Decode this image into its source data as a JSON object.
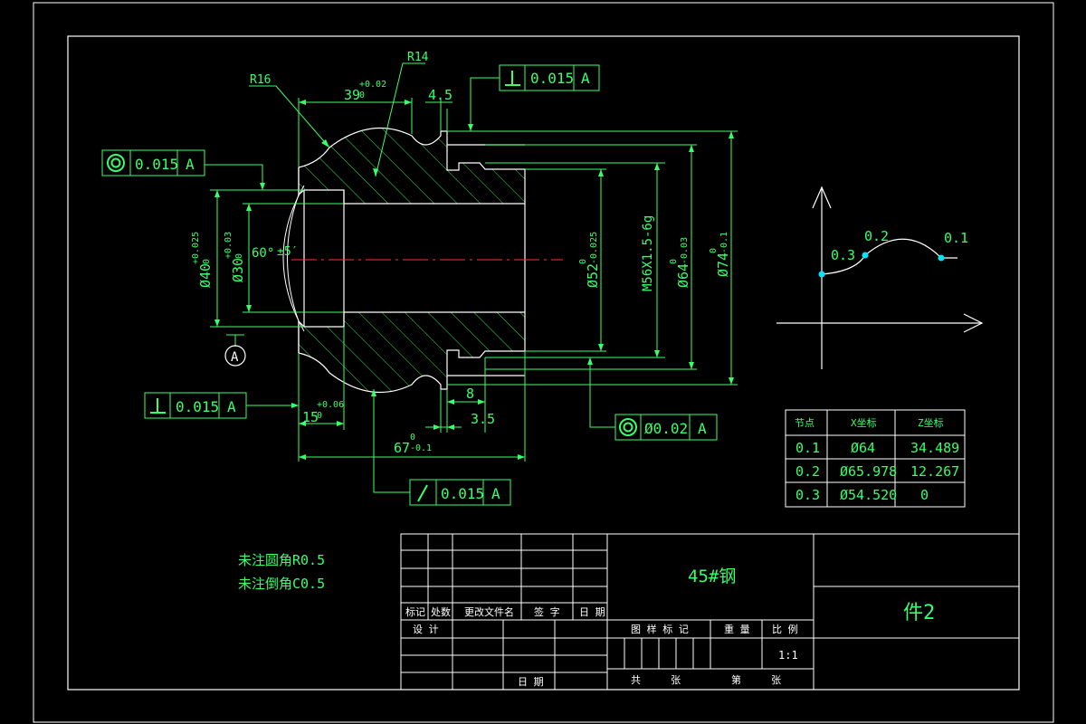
{
  "colors": {
    "background": "#000000",
    "green": "#39ff6a",
    "white": "#ffffff",
    "red": "#ff3030",
    "cyan": "#00e5ff"
  },
  "drawing": {
    "r16": "R16",
    "r14": "R14",
    "dim_39": "39",
    "dim_39_tol_up": "+0.02",
    "dim_39_tol_low": "0",
    "dim_4_5": "4.5",
    "dim_60": "60°",
    "dim_pm5": "±5′",
    "dim_d40": "Ø40",
    "dim_d40_tol_up": "+0.025",
    "dim_d40_tol_low": "0",
    "dim_d30": "Ø30",
    "dim_d30_tol_up": "+0.03",
    "dim_d30_tol_low": "0",
    "dim_d52": "Ø52",
    "dim_d52_tol_up": "0",
    "dim_d52_tol_low": "-0.025",
    "dim_m56": "M56X1.5-6g",
    "dim_d64": "Ø64",
    "dim_d64_tol_up": "0",
    "dim_d64_tol_low": "-0.03",
    "dim_d74": "Ø74",
    "dim_d74_tol_up": "0",
    "dim_d74_tol_low": "-0.1",
    "dim_15": "15",
    "dim_15_tol_up": "+0.06",
    "dim_15_tol_low": "0",
    "dim_8": "8",
    "dim_3_5": "3.5",
    "dim_67": "67",
    "dim_67_tol_up": "0",
    "dim_67_tol_low": "-0.1",
    "datum": "A"
  },
  "tolerance_frames": [
    {
      "symbol": "perpendicularity",
      "value": "0.015",
      "datum": "A"
    },
    {
      "symbol": "concentricity",
      "value": "0.015",
      "datum": "A"
    },
    {
      "symbol": "perpendicularity",
      "value": "0.015",
      "datum": "A"
    },
    {
      "symbol": "concentricity",
      "value": "Ø0.02",
      "datum": "A"
    },
    {
      "symbol": "runout",
      "value": "0.015",
      "datum": "A"
    }
  ],
  "profile": {
    "p1": "0.1",
    "p2": "0.2",
    "p3": "0.3"
  },
  "coord_table": {
    "headers": [
      "节点",
      "X坐标",
      "Z坐标"
    ],
    "rows": [
      [
        "0.1",
        "Ø64",
        "34.489"
      ],
      [
        "0.2",
        "Ø65.978",
        "12.267"
      ],
      [
        "0.3",
        "Ø54.520",
        "0"
      ]
    ]
  },
  "notes": {
    "line1": "未注圆角R0.5",
    "line2": "未注倒角C0.5"
  },
  "title_block": {
    "material": "45#钢",
    "part_name": "件2",
    "rev_headers": [
      "标记",
      "处数",
      "更改文件名",
      "签 字",
      "日 期"
    ],
    "design": "设 计",
    "date": "日 期",
    "stage": "图 样 标 记",
    "weight": "重 量",
    "ratio_label": "比 例",
    "ratio": "1:1",
    "sheets_total": "共     张",
    "sheet_no": "第     张"
  }
}
